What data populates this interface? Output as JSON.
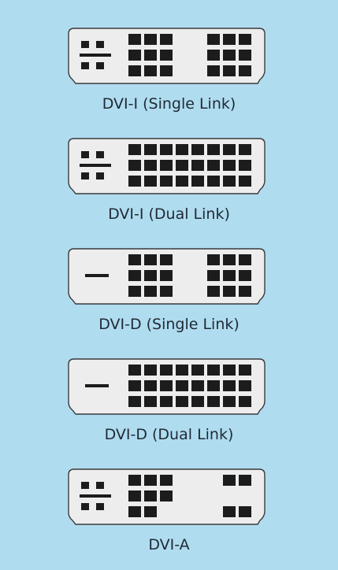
{
  "palette": {
    "background": "#b0dcf0",
    "connector_face": "#ededed",
    "connector_outline": "#3a3a3a",
    "pin": "#1c1c1c"
  },
  "connectors": [
    {
      "label": "DVI-I (Single Link)",
      "analog_pins": true,
      "left_block": "3x3",
      "right_block": "3x3"
    },
    {
      "label": "DVI-I (Dual Link)",
      "analog_pins": true,
      "left_block": "3x8 continuous",
      "right_block": "none"
    },
    {
      "label": "DVI-D (Single Link)",
      "analog_pins": false,
      "left_block": "3x3",
      "right_block": "3x3"
    },
    {
      "label": "DVI-D (Dual Link)",
      "analog_pins": false,
      "left_block": "3x8 continuous",
      "right_block": "none"
    },
    {
      "label": "DVI-A",
      "analog_pins": true,
      "left_block": "partial 3x3",
      "right_block": "corner pairs"
    }
  ]
}
